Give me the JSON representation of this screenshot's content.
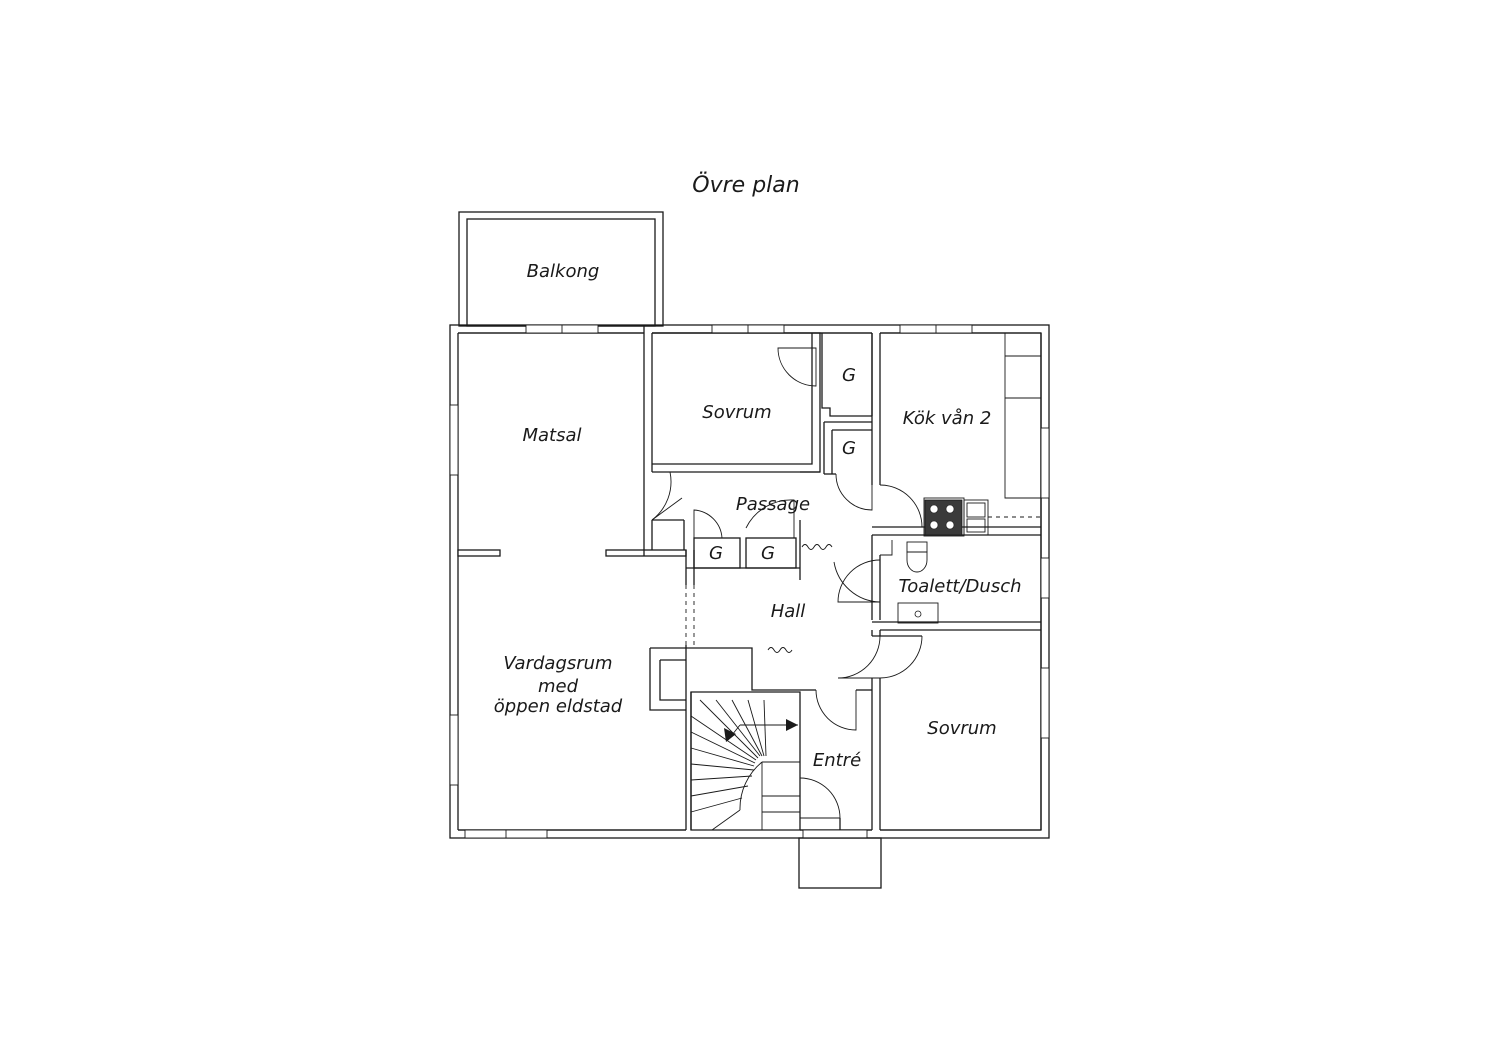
{
  "title": "Övre plan",
  "rooms": {
    "balcony": "Balkong",
    "dining": "Matsal",
    "bedroom_north": "Sovrum",
    "kitchen": "Kök vån 2",
    "passage": "Passage",
    "closet_1": "G",
    "closet_2": "G",
    "closet_3": "G",
    "closet_4": "G",
    "bathroom": "Toalett/Dusch",
    "hall": "Hall",
    "living_line1": "Vardagsrum",
    "living_line2": "med",
    "living_line3": "öppen eldstad",
    "bedroom_south": "Sovrum",
    "entrance": "Entré"
  }
}
